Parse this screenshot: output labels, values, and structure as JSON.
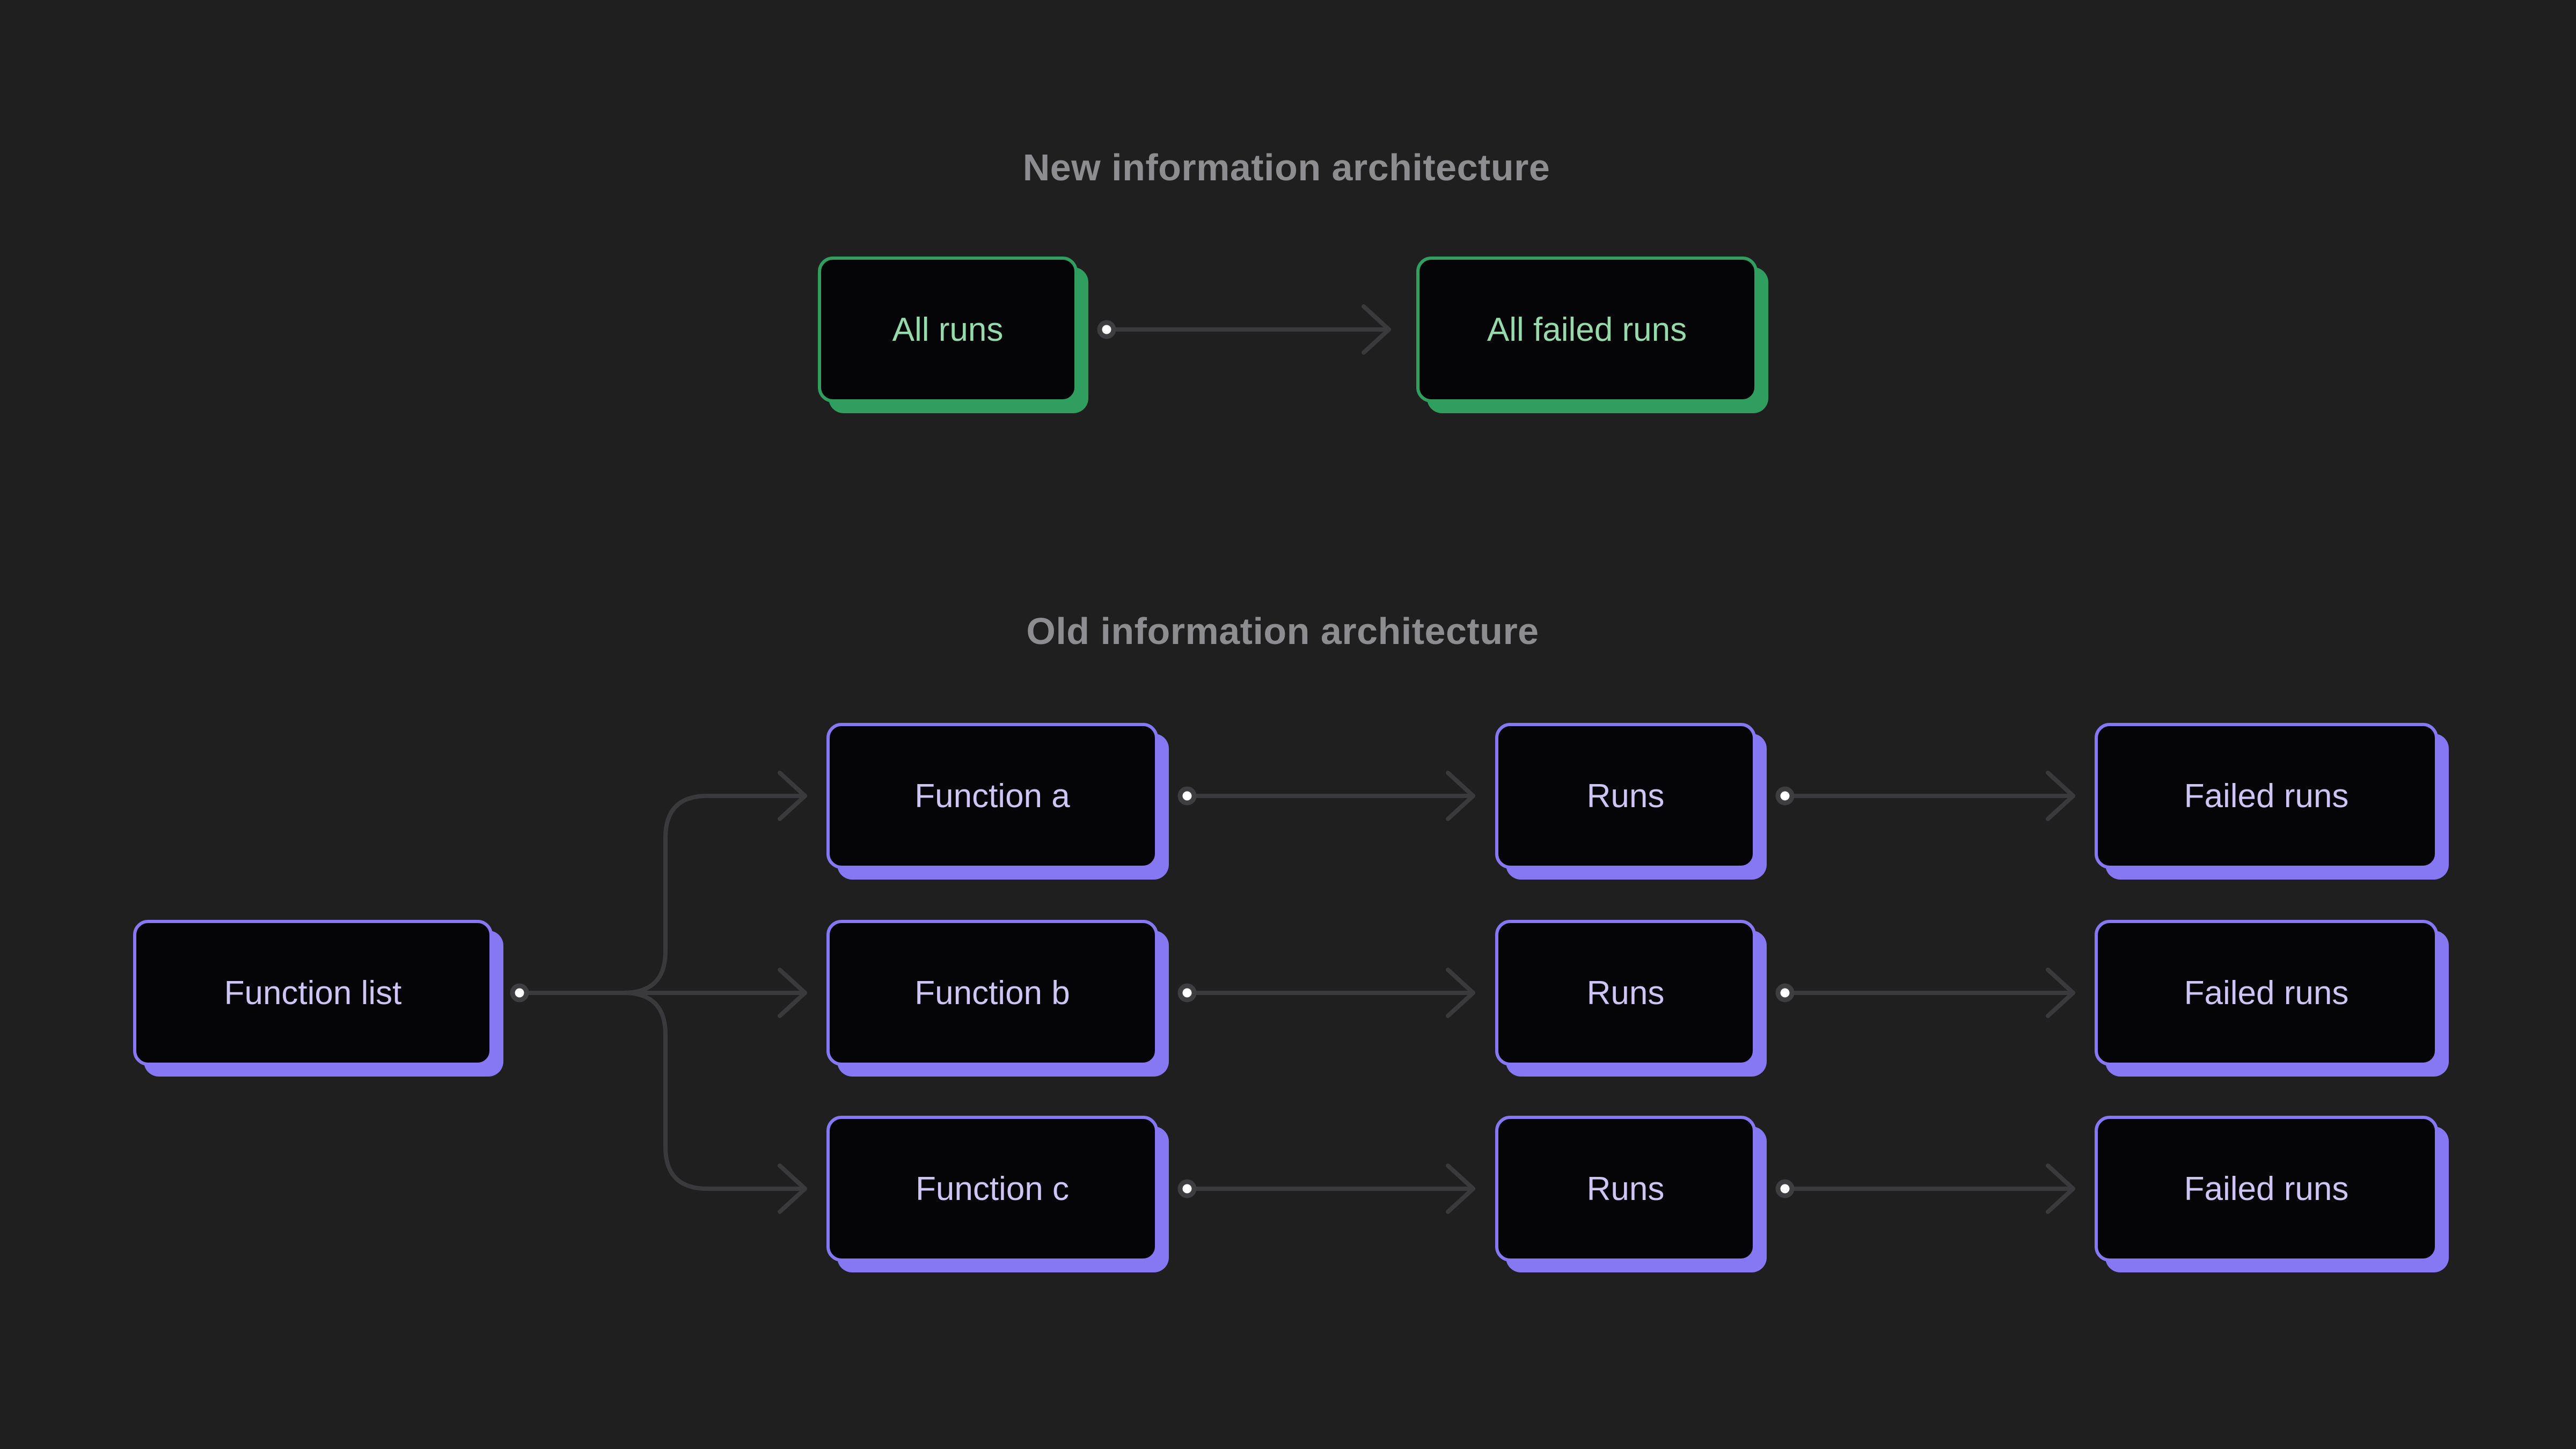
{
  "titles": {
    "new": "New information architecture",
    "old": "Old information architecture"
  },
  "nodes": {
    "all_runs": {
      "label": "All runs"
    },
    "all_failed_runs": {
      "label": "All failed runs"
    },
    "function_list": {
      "label": "Function list"
    },
    "function_a": {
      "label": "Function a"
    },
    "function_b": {
      "label": "Function b"
    },
    "function_c": {
      "label": "Function c"
    },
    "runs_a": {
      "label": "Runs"
    },
    "runs_b": {
      "label": "Runs"
    },
    "runs_c": {
      "label": "Runs"
    },
    "failed_runs_a": {
      "label": "Failed runs"
    },
    "failed_runs_b": {
      "label": "Failed runs"
    },
    "failed_runs_c": {
      "label": "Failed runs"
    }
  },
  "edges": [
    {
      "from": "all_runs",
      "to": "all_failed_runs"
    },
    {
      "from": "function_list",
      "to": "function_a"
    },
    {
      "from": "function_list",
      "to": "function_b"
    },
    {
      "from": "function_list",
      "to": "function_c"
    },
    {
      "from": "function_a",
      "to": "runs_a"
    },
    {
      "from": "runs_a",
      "to": "failed_runs_a"
    },
    {
      "from": "function_b",
      "to": "runs_b"
    },
    {
      "from": "runs_b",
      "to": "failed_runs_b"
    },
    {
      "from": "function_c",
      "to": "runs_c"
    },
    {
      "from": "runs_c",
      "to": "failed_runs_c"
    }
  ],
  "colors": {
    "background": "#1f1f20",
    "box_fill": "#050507",
    "green": "#2f9e5f",
    "green_text": "#96d9ab",
    "purple": "#8677f2",
    "purple_text": "#cfc5f4",
    "title": "#8d8d90",
    "connector": "#3a3a3d",
    "dot_fill": "#ffffff",
    "dot_ring": "#3e3e41"
  }
}
